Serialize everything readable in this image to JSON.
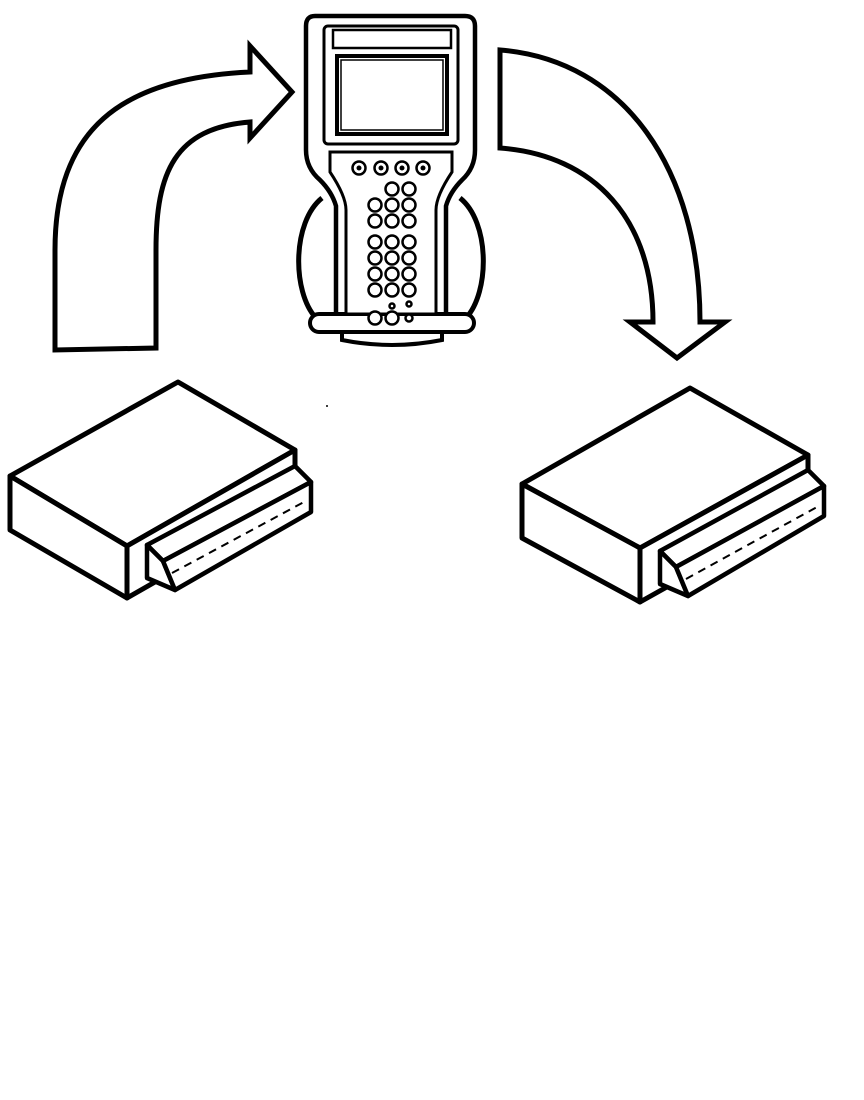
{
  "diagram": {
    "line_color": "#000000",
    "fill_color": "#ffffff",
    "components": [
      {
        "name": "source-control-module",
        "icon": "control-module-icon"
      },
      {
        "name": "scan-tool",
        "icon": "handheld-scan-tool-icon"
      },
      {
        "name": "target-control-module",
        "icon": "control-module-icon"
      }
    ],
    "flows": [
      {
        "from": "source-control-module",
        "to": "scan-tool",
        "icon": "curved-arrow-up-right-icon"
      },
      {
        "from": "scan-tool",
        "to": "target-control-module",
        "icon": "curved-arrow-down-right-icon"
      }
    ]
  }
}
